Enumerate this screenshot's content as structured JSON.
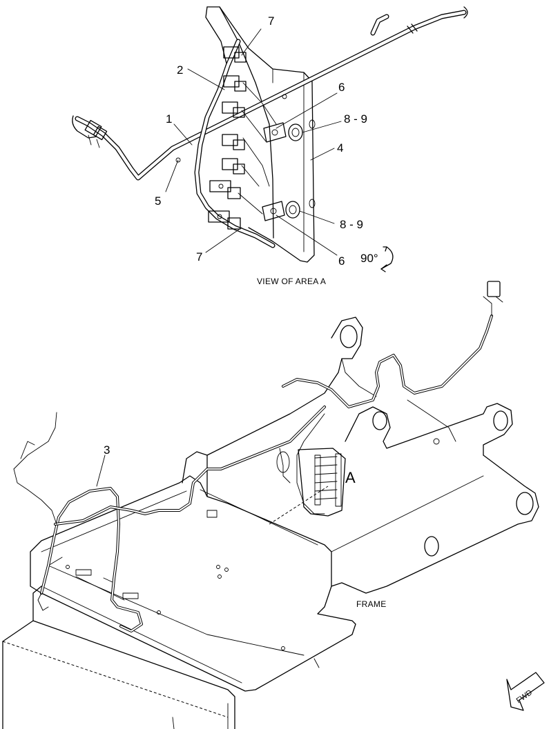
{
  "view_a": {
    "callouts": {
      "c1": "1",
      "c2": "2",
      "c5": "5",
      "c6_top": "6",
      "c6_bottom": "6",
      "c7_top": "7",
      "c7_bottom": "7",
      "c8_9_top": "8 - 9",
      "c4": "4",
      "c8_9_bottom": "8 - 9"
    },
    "rotation_label": "90°",
    "caption": "VIEW OF AREA A"
  },
  "main_view": {
    "callout_3": "3",
    "area_label": "A",
    "frame_label": "FRAME",
    "fwd_label": "FWD"
  }
}
